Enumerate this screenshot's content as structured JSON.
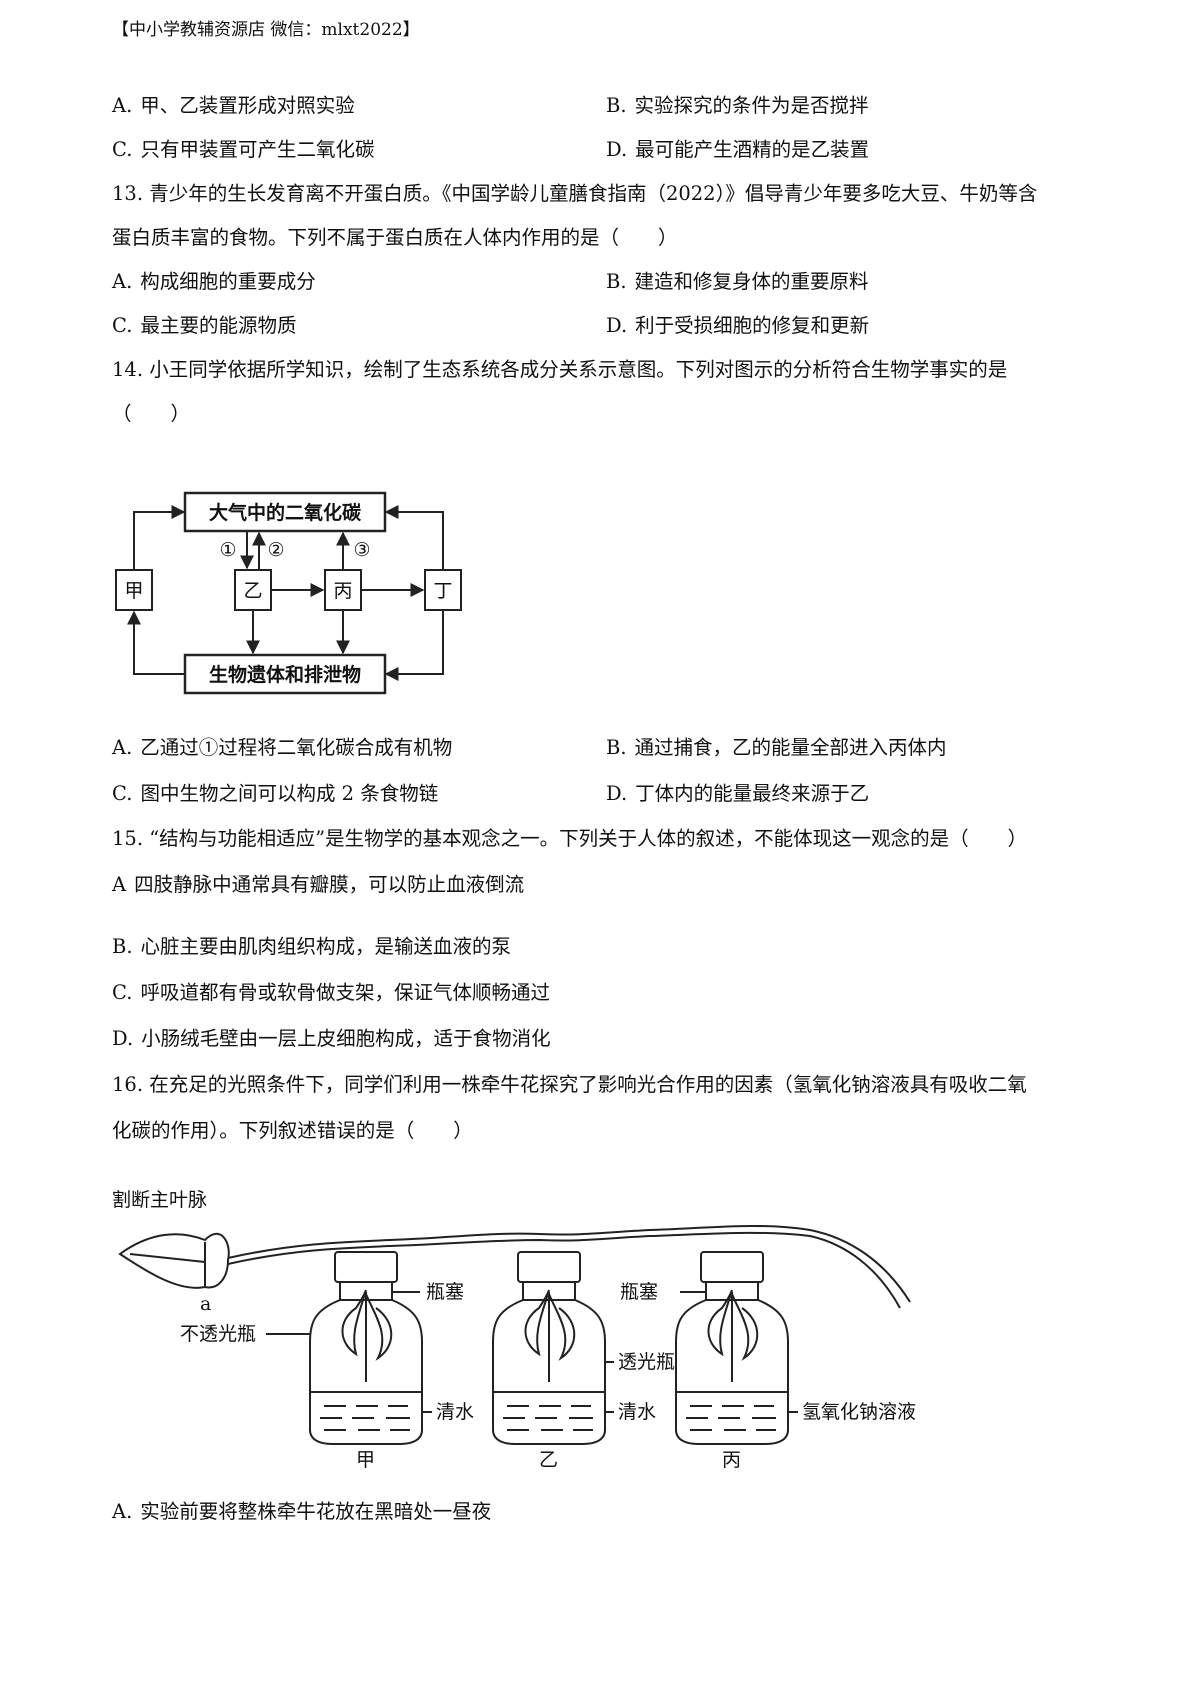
{
  "header": "【中小学教辅资源店  微信：mlxt2022】",
  "q12": {
    "options": {
      "A": "甲、乙装置形成对照实验",
      "B": "实验探究的条件为是否搅拌",
      "C": "只有甲装置可产生二氧化碳",
      "D": "最可能产生酒精的是乙装置"
    }
  },
  "q13": {
    "line1": "13. 青少年的生长发育离不开蛋白质。《中国学龄儿童膳食指南（2022）》倡导青少年要多吃大豆、牛奶等含",
    "line2": "蛋白质丰富的食物。下列不属于蛋白质在人体内作用的是（　　）",
    "options": {
      "A": "构成细胞的重要成分",
      "B": "建造和修复身体的重要原料",
      "C": "最主要的能源物质",
      "D": "利于受损细胞的修复和更新"
    }
  },
  "q14": {
    "line1": "14. 小王同学依据所学知识，绘制了生态系统各成分关系示意图。下列对图示的分析符合生物学事实的是",
    "line2": "（　　）",
    "diagram": {
      "top_box": "大气中的二氧化碳",
      "bottom_box": "生物遗体和排泄物",
      "jia": "甲",
      "yi": "乙",
      "bing": "丙",
      "ding": "丁",
      "p1": "①",
      "p2": "②",
      "p3": "③"
    },
    "options": {
      "A": "乙通过①过程将二氧化碳合成有机物",
      "B": "通过捕食，乙的能量全部进入丙体内",
      "C": "图中生物之间可以构成 2 条食物链",
      "D": "丁体内的能量最终来源于乙"
    }
  },
  "q15": {
    "line1": "15. “结构与功能相适应”是生物学的基本观念之一。下列关于人体的叙述，不能体现这一观念的是（　　）",
    "options": {
      "A": "四肢静脉中通常具有瓣膜，可以防止血液倒流",
      "B": "心脏主要由肌肉组织构成，是输送血液的泵",
      "C": "呼吸道都有骨或软骨做支架，保证气体顺畅通过",
      "D": "小肠绒毛壁由一层上皮细胞构成，适于食物消化"
    }
  },
  "q16": {
    "line1": "16. 在充足的光照条件下，同学们利用一株牵牛花探究了影响光合作用的因素（氢氧化钠溶液具有吸收二氧",
    "line2": "化碳的作用）。下列叙述错误的是（　　）",
    "figure": {
      "cut_vein": "割断主叶脉",
      "leaf_a": "a",
      "stopper1": "瓶塞",
      "stopper2": "瓶塞",
      "opaque_bottle": "不透光瓶",
      "clear_bottle": "透光瓶",
      "water1": "清水",
      "water2": "清水",
      "naoh": "氢氧化钠溶液",
      "jia": "甲",
      "yi": "乙",
      "bing": "丙"
    },
    "options": {
      "A": "实验前要将整株牵牛花放在黑暗处一昼夜"
    }
  }
}
